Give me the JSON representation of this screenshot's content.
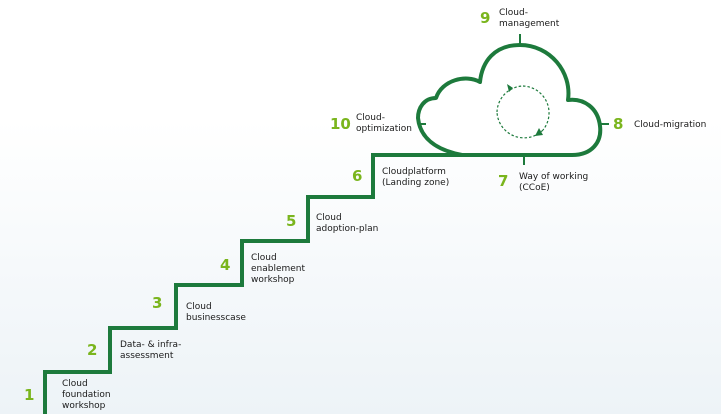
{
  "colors": {
    "stairs": "#1d7a3c",
    "cloud": "#1d7a3c",
    "number": "#7ab51d",
    "text": "#1a1a1a"
  },
  "steps": [
    {
      "number": "1",
      "label": "Cloud\nfoundation\nworkshop"
    },
    {
      "number": "2",
      "label": "Data- & infra-\nassessment"
    },
    {
      "number": "3",
      "label": "Cloud\nbusinesscase"
    },
    {
      "number": "4",
      "label": "Cloud\nenablement\nworkshop"
    },
    {
      "number": "5",
      "label": "Cloud\nadoption-plan"
    },
    {
      "number": "6",
      "label": "Cloudplatform\n(Landing zone)"
    }
  ],
  "cloud_items": [
    {
      "number": "7",
      "label": "Way of working\n(CCoE)"
    },
    {
      "number": "8",
      "label": "Cloud-migration"
    },
    {
      "number": "9",
      "label": "Cloud-\nmanagement"
    },
    {
      "number": "10",
      "label": "Cloud-\noptimization"
    }
  ],
  "icons": {
    "cloud": "cloud-icon",
    "cycle": "cycle-arrows-icon"
  }
}
